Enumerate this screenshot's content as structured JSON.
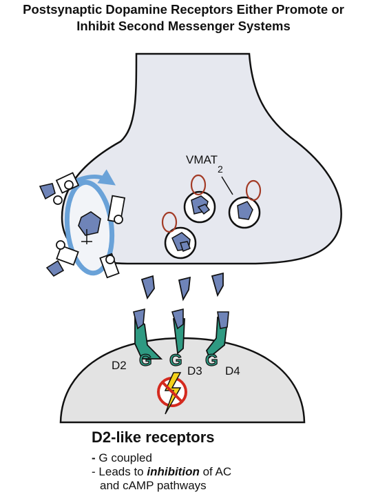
{
  "title": {
    "line1": "Postsynaptic Dopamine Receptors Either Promote or",
    "line2": "Inhibit Second Messenger Systems"
  },
  "labels": {
    "vmat": "VMAT",
    "vmat_sub": "2",
    "d2": "D2",
    "d3": "D3",
    "d4": "D4",
    "g_protein": "G"
  },
  "caption": {
    "heading": "D2-like receptors",
    "bullet1_dash": "-",
    "bullet1_text": "G coupled",
    "bullet2_dash": "-",
    "bullet2_pre": "Leads to ",
    "bullet2_emph": "inhibition",
    "bullet2_post": " of AC",
    "bullet2_cont": "and cAMP pathways"
  },
  "colors": {
    "neuron_fill": "#e6e8ef",
    "postsynaptic_fill": "#e3e3e3",
    "dopamine": "#6f84b8",
    "receptor": "#2f9a82",
    "transporter_arrow": "#6aa2d8",
    "vmat_loop": "#a33b26",
    "no_sign": "#d42a1f",
    "lightning": "#f5d21a"
  }
}
